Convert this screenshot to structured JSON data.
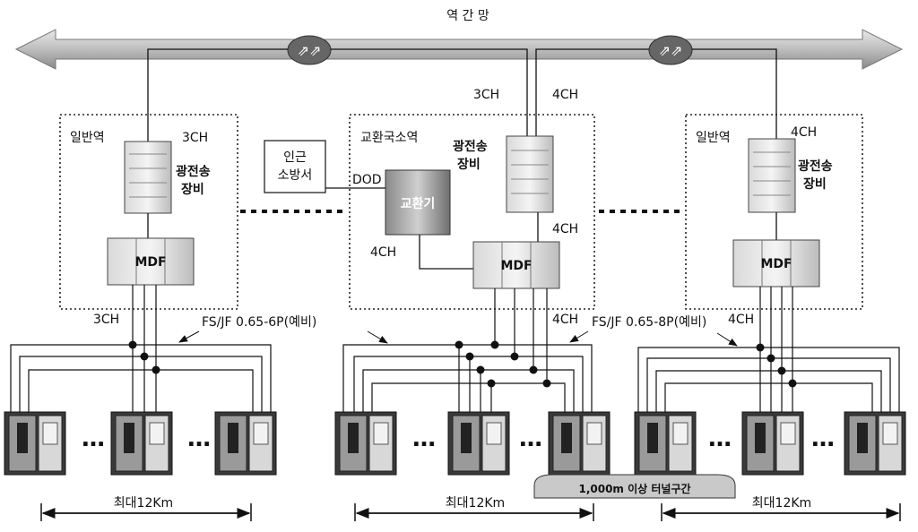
{
  "backbone": {
    "label": "역 간 망"
  },
  "stations": [
    {
      "name": "일반역",
      "equipment": "광전송\n장비",
      "mdf": "MDF",
      "ch_upper": "3CH",
      "ch_lower": "3CH"
    },
    {
      "name": "교환국소역",
      "equipment": "광전송\n장비",
      "mdf": "MDF",
      "exchange": "교환기",
      "dod": "DOD",
      "ch_up_left": "3CH",
      "ch_up_right": "4CH",
      "ch_mid": "4CH",
      "ch_exch": "4CH",
      "ch_lower": "4CH"
    },
    {
      "name": "일반역",
      "equipment": "광전송\n장비",
      "mdf": "MDF",
      "ch_upper": "4CH",
      "ch_lower": "4CH"
    }
  ],
  "fire_station": {
    "label": "인근\n소방서"
  },
  "cable_labels": [
    "FS/JF 0.65-6P(예비)",
    "FS/JF 0.65-8P(예비)"
  ],
  "distance_labels": [
    "최대12Km",
    "최대12Km",
    "최대12Km"
  ],
  "tunnel_label": "1,000m 이상 터널구간",
  "ellipsis": "…"
}
